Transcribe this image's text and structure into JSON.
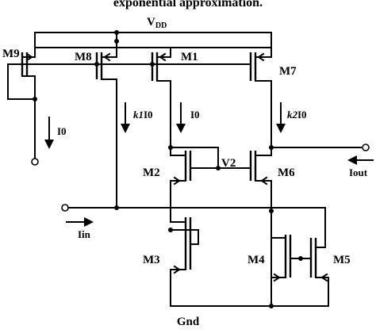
{
  "caption": "exponential approximation.",
  "nets": {
    "vdd": "V",
    "vdd_sub": "DD",
    "v2": "V2",
    "gnd": "Gnd"
  },
  "transistors": {
    "m1": "M1",
    "m2": "M2",
    "m3": "M3",
    "m4": "M4",
    "m5": "M5",
    "m6": "M6",
    "m7": "M7",
    "m8": "M8",
    "m9": "M9"
  },
  "currents": {
    "i0_left": "I0",
    "k1_prefix": "k1",
    "k1_base": "I0",
    "i0_mid": "I0",
    "k2_prefix": "k2",
    "k2_base": "I0",
    "iin": "Iin",
    "iout": "Iout"
  },
  "colors": {
    "ink": "#000000",
    "background": "#ffffff"
  }
}
